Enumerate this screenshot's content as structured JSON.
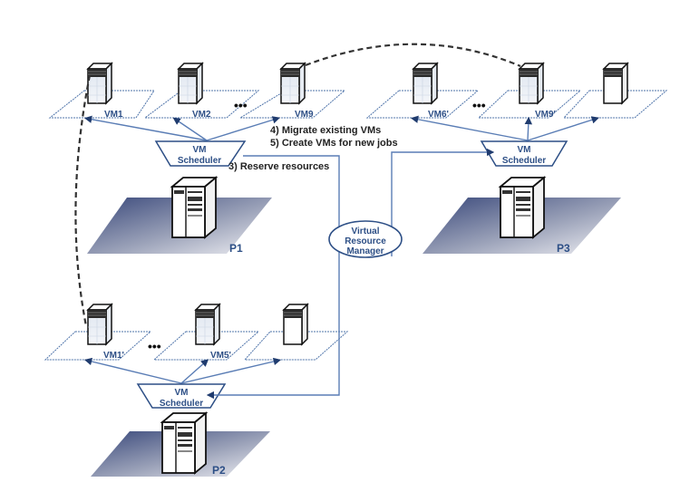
{
  "diagram": {
    "hosts": [
      {
        "id": "P1",
        "label": "P1",
        "scheduler_label": [
          "VM",
          "Scheduler"
        ],
        "vms": [
          "VM1",
          "VM2",
          "VM9"
        ]
      },
      {
        "id": "P2",
        "label": "P2",
        "scheduler_label": [
          "VM",
          "Scheduler"
        ],
        "vms": [
          "VM1'",
          "VM5'",
          ""
        ]
      },
      {
        "id": "P3",
        "label": "P3",
        "scheduler_label": [
          "VM",
          "Scheduler"
        ],
        "vms": [
          "VM6'",
          "VM9'",
          ""
        ]
      }
    ],
    "manager": {
      "label": [
        "Virtual",
        "Resource",
        "Manager"
      ]
    },
    "steps": {
      "reserve": "3) Reserve resources",
      "migrate": "4) Migrate existing VMs",
      "create": "5) Create VMs for new jobs"
    },
    "ellipsis": "•••",
    "colors": {
      "accent": "#2d4f86",
      "line": "#5a7db5",
      "platform_dark": "#3a4a7a",
      "platform_light": "#e8e8ee"
    }
  }
}
